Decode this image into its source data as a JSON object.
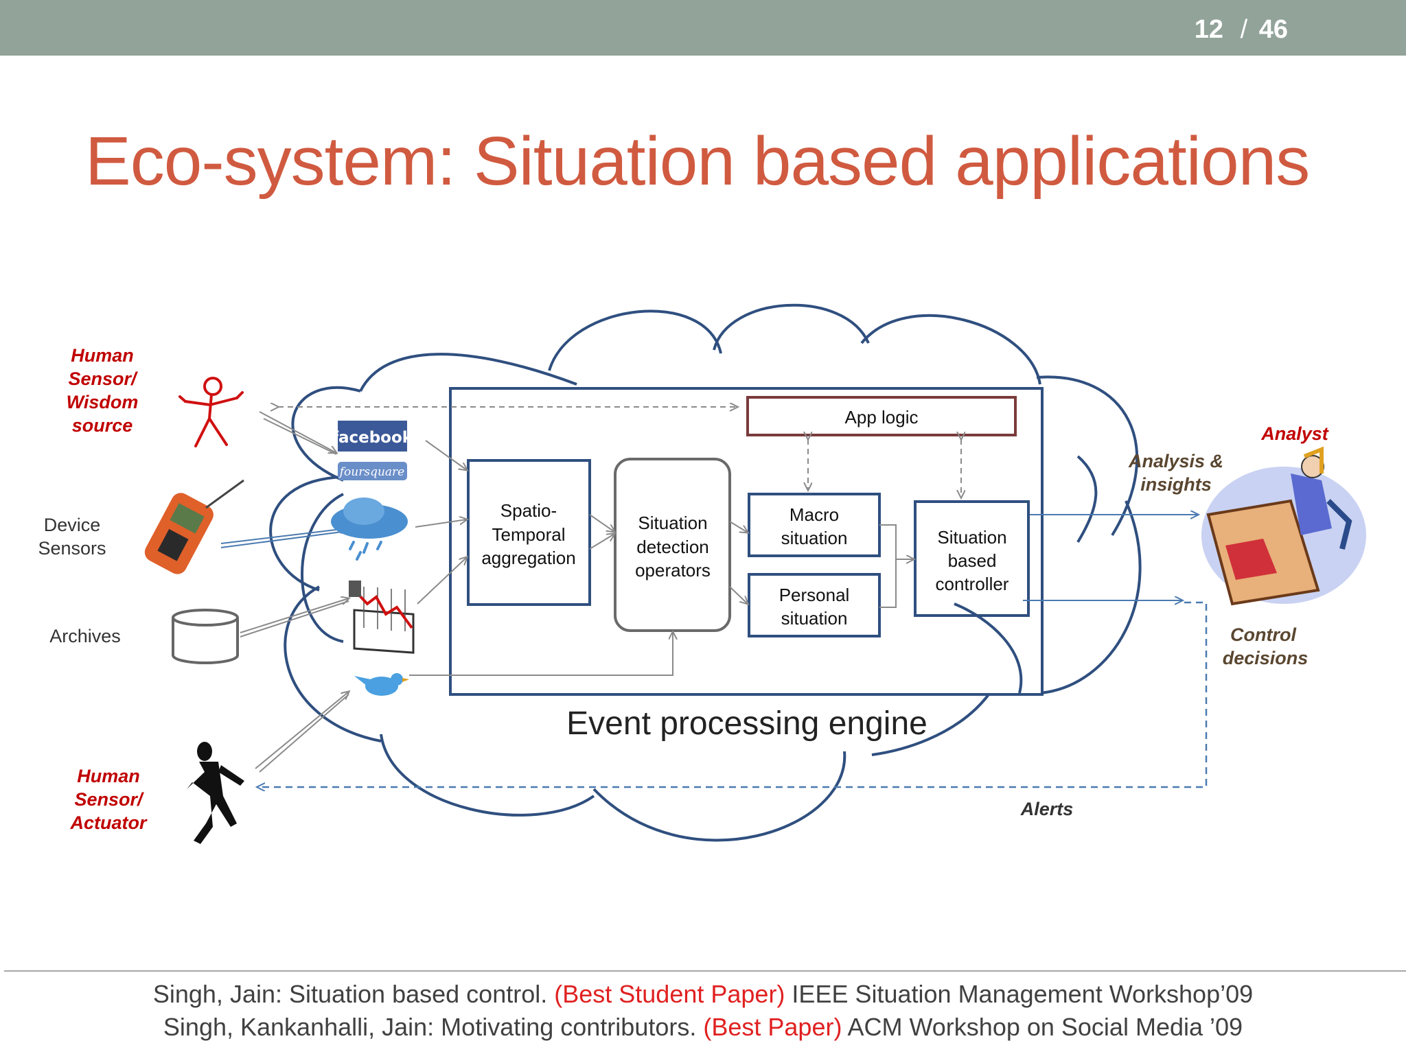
{
  "header": {
    "page_current": "12",
    "page_separator": "/",
    "page_total": "46"
  },
  "slide": {
    "title": "Eco-system: Situation based applications"
  },
  "sources": {
    "human_sensor_wisdom": [
      "Human",
      "Sensor/",
      "Wisdom",
      "source"
    ],
    "device_sensors": [
      "Device",
      "Sensors"
    ],
    "archives": "Archives",
    "human_sensor_actuator": [
      "Human",
      "Sensor/",
      "Actuator"
    ]
  },
  "logos": {
    "facebook": "facebook",
    "foursquare": "foursquare"
  },
  "engine": {
    "label": "Event processing engine",
    "app_logic": "App logic",
    "spatio_temporal": [
      "Spatio-",
      "Temporal",
      "aggregation"
    ],
    "situation_detection": [
      "Situation",
      "detection",
      "operators"
    ],
    "macro_situation": [
      "Macro",
      "situation"
    ],
    "personal_situation": [
      "Personal",
      "situation"
    ],
    "situation_controller": [
      "Situation",
      "based",
      "controller"
    ]
  },
  "outputs": {
    "analyst": "Analyst",
    "analysis_insights": [
      "Analysis &",
      "insights"
    ],
    "control_decisions": [
      "Control",
      "decisions"
    ],
    "alerts": "Alerts"
  },
  "footer": {
    "line1": {
      "pre": "Singh, Jain: Situation based control. ",
      "award": "(Best Student Paper)",
      "post": " IEEE Situation Management Workshop’09"
    },
    "line2": {
      "pre": "Singh, Kankanhalli, Jain: Motivating contributors. ",
      "award": "(Best Paper)",
      "post": " ACM Workshop on Social Media ’09"
    }
  },
  "colors": {
    "title": "#d05a40",
    "header_bar": "#92a39a",
    "cloud": "#2f4f7f",
    "award": "#e02020",
    "label_red": "#c00000"
  }
}
